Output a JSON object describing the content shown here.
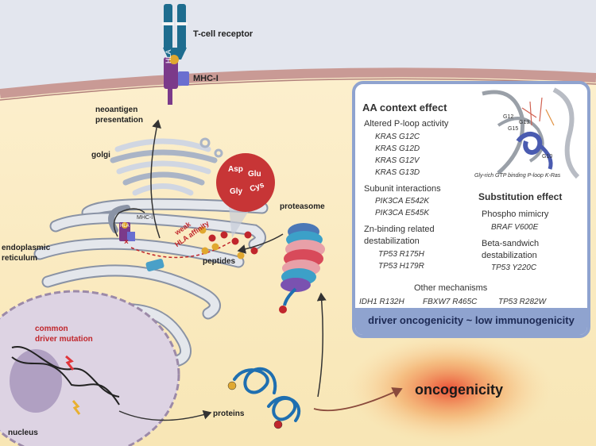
{
  "receptor": {
    "tcr_label": "T-cell receptor",
    "mhc_label": "MHC-I",
    "hla_text": "HLA"
  },
  "labels": {
    "neoantigen": "neoantigen",
    "presentation": "presentation",
    "golgi": "golgi",
    "er_line1": "endoplasmic",
    "er_line2": "reticulum",
    "nucleus": "nucleus",
    "driver_line1": "common",
    "driver_line2": "driver mutation",
    "peptides": "peptides",
    "proteasome": "proteasome",
    "proteins": "proteins",
    "oncogenicity": "oncogenicity",
    "weak_line1": "weak",
    "weak_line2": "HLA affinity",
    "mhc_small": "MHC-I",
    "hla_small": "HLA"
  },
  "amino_acids": [
    "Asp",
    "Glu",
    "Gly",
    "Cys"
  ],
  "panel": {
    "title": "AA context effect",
    "ploop": {
      "heading": "Altered P-loop activity",
      "items": [
        "KRAS G12C",
        "KRAS G12D",
        "KRAS G12V",
        "KRAS G13D"
      ]
    },
    "image_caption": "Gly-rich GTP binding P-loop K-Ras",
    "residues": [
      "G12",
      "G13",
      "G15",
      "G10"
    ],
    "subunit": {
      "heading": "Subunit interactions",
      "items": [
        "PIK3CA E542K",
        "PIK3CA E545K"
      ]
    },
    "zn": {
      "heading_line1": "Zn-binding related",
      "heading_line2": "destabilization",
      "items": [
        "TP53 R175H",
        "TP53 H179R"
      ]
    },
    "substitution_title": "Substitution effect",
    "phospho": {
      "heading": "Phospho mimicry",
      "items": [
        "BRAF V600E"
      ]
    },
    "beta": {
      "heading_line1": "Beta-sandwich",
      "heading_line2": "destabilization",
      "items": [
        "TP53 Y220C"
      ]
    },
    "other": {
      "heading": "Other mechanisms",
      "items": [
        "IDH1 R132H",
        "FBXW7 R465C",
        "TP53 R282W"
      ]
    },
    "footer": "driver oncogenicity ~ low immunogenicity"
  },
  "colors": {
    "tcr": "#1e6d8f",
    "mhc_purple": "#7b3a8a",
    "mhc_blue": "#6a6fd0",
    "membrane": "#c99a95",
    "er": "#e4e7ec",
    "nucleus": "#ddd3e3",
    "accent_red": "#c0262c",
    "panel_border": "#8fa3cf",
    "footer_text": "#1d2a55"
  },
  "icons": [
    "lightning-icon",
    "dna-icon",
    "protein-coil-icon",
    "amino-acid-circle-icon"
  ]
}
